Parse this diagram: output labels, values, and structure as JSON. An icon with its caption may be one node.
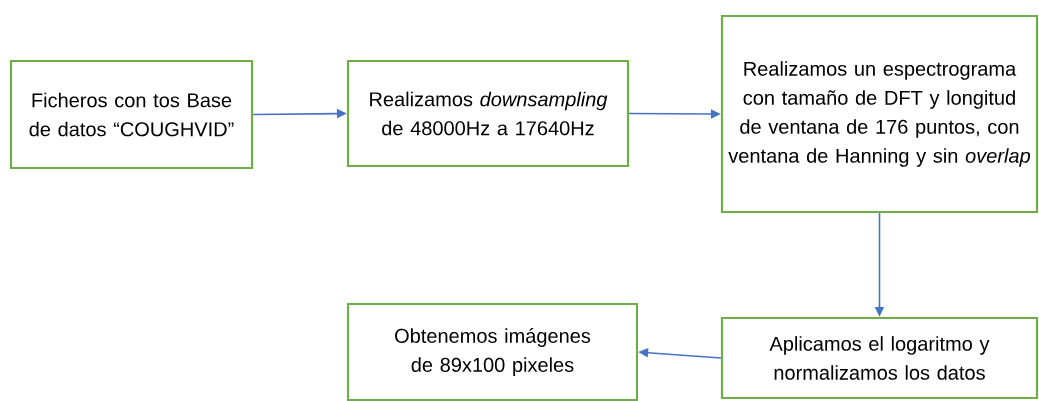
{
  "diagram": {
    "nodes": [
      {
        "text": [
          "Ficheros con tos Base de datos “COUGHVID”"
        ]
      },
      {
        "text": [
          "Realizamos *downsampling* de 48000Hz a 17640Hz"
        ]
      },
      {
        "text": [
          "Realizamos un espectrograma con tamaño de DFT y longitud de ventana de 176 puntos, con ventana de Hanning y sin *overlap*"
        ]
      },
      {
        "text": [
          "Aplicamos el logaritmo y normalizamos los datos"
        ]
      },
      {
        "text": [
          "Obtenemos imágenes de 89x100 pixeles"
        ]
      }
    ],
    "edges": [
      {
        "from": 0,
        "to": 1,
        "arrow": "to"
      },
      {
        "from": 1,
        "to": 2,
        "arrow": "to"
      },
      {
        "from": 2,
        "to": 3,
        "arrow": "to"
      },
      {
        "from": 3,
        "to": 4,
        "arrow": "to"
      }
    ]
  }
}
